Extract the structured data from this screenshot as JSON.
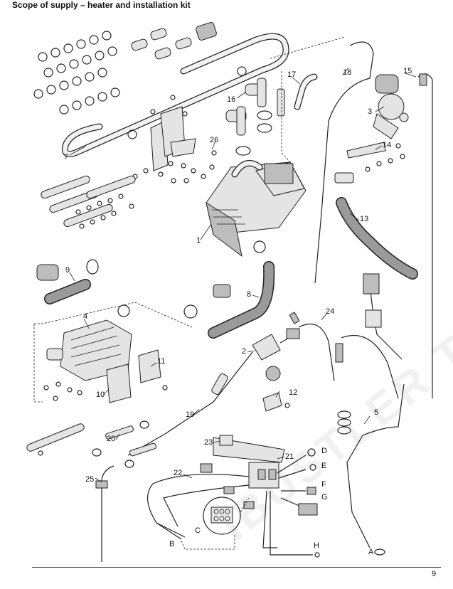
{
  "page": {
    "title": "Scope of supply – heater and installation kit",
    "page_number": "9"
  },
  "watermark": "IBUSTLER TECHNIK",
  "callouts": [
    "1",
    "2",
    "3",
    "4",
    "5",
    "7",
    "8",
    "9",
    "10",
    "11",
    "12",
    "13",
    "14",
    "15",
    "16",
    "17",
    "18",
    "19",
    "20",
    "21",
    "22",
    "23",
    "24",
    "25",
    "26",
    "A",
    "B",
    "C",
    "D",
    "E",
    "F",
    "G",
    "H"
  ]
}
